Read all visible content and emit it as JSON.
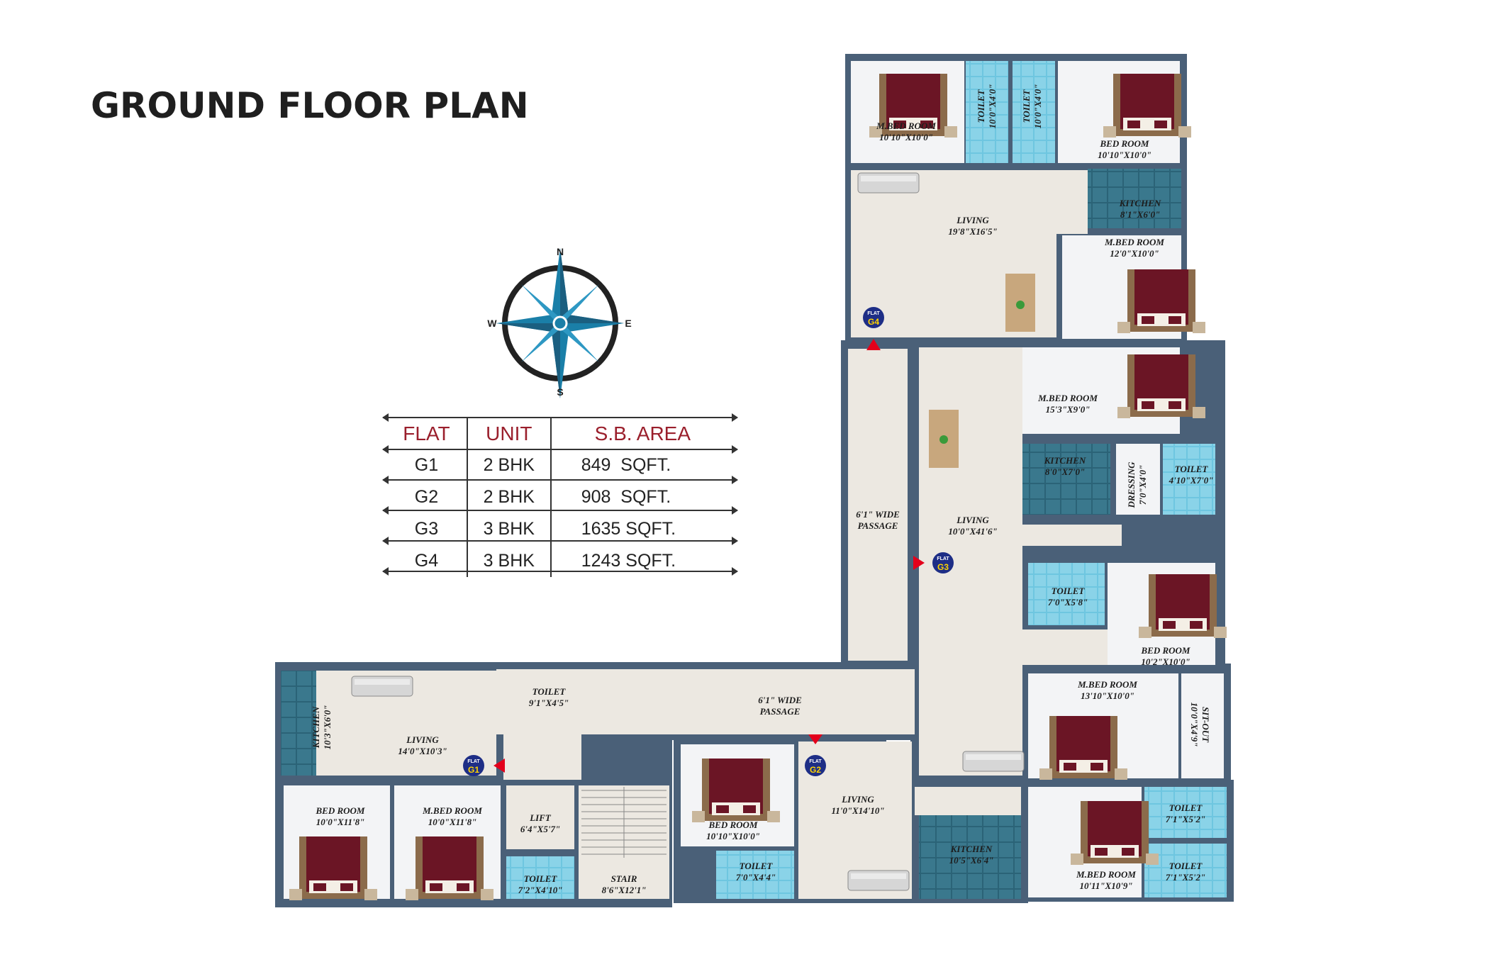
{
  "title": "GROUND FLOOR PLAN",
  "compass": {
    "n": "N",
    "s": "S",
    "e": "E",
    "w": "W"
  },
  "area_table": {
    "headers": [
      "FLAT",
      "UNIT",
      "S.B. AREA"
    ],
    "rows": [
      {
        "flat": "G1",
        "unit": "2 BHK",
        "area": "849  SQFT."
      },
      {
        "flat": "G2",
        "unit": "2 BHK",
        "area": "908  SQFT."
      },
      {
        "flat": "G3",
        "unit": "3 BHK",
        "area": "1635 SQFT."
      },
      {
        "flat": "G4",
        "unit": "3 BHK",
        "area": "1243 SQFT."
      }
    ]
  },
  "flat_badges": {
    "top": "FLAT",
    "g1": "G1",
    "g2": "G2",
    "g3": "G3",
    "g4": "G4"
  },
  "rooms": {
    "g4_mbed": {
      "name": "M.BED ROOM",
      "size": "10'10\"X10'0\""
    },
    "g4_toilet1": {
      "name": "TOILET",
      "size": "10'0\"X4'0\""
    },
    "g4_toilet2": {
      "name": "TOILET",
      "size": "10'0\"X4'0\""
    },
    "g4_bed": {
      "name": "BED ROOM",
      "size": "10'10\"X10'0\""
    },
    "g4_kitchen": {
      "name": "KITCHEN",
      "size": "8'1\"X6'0\""
    },
    "g4_living": {
      "name": "LIVING",
      "size": "19'8\"X16'5\""
    },
    "g4_mbed2": {
      "name": "M.BED ROOM",
      "size": "12'0\"X10'0\""
    },
    "g3_mbed": {
      "name": "M.BED ROOM",
      "size": "15'3\"X9'0\""
    },
    "g3_kitchen": {
      "name": "KITCHEN",
      "size": "8'0\"X7'0\""
    },
    "g3_dressing": {
      "name": "DRESSING",
      "size": "7'0\"X4'0\""
    },
    "g3_toilet": {
      "name": "TOILET",
      "size": "4'10\"X7'0\""
    },
    "g3_living": {
      "name": "LIVING",
      "size": "10'0\"X41'6\""
    },
    "g3_toilet2": {
      "name": "TOILET",
      "size": "7'0\"X5'8\""
    },
    "g3_bed": {
      "name": "BED ROOM",
      "size": "10'2\"X10'0\""
    },
    "g3_mbed2": {
      "name": "M.BED ROOM",
      "size": "13'10\"X10'0\""
    },
    "g3_sitout": {
      "name": "SIT-OUT",
      "size": "10'0\"X4'9\""
    },
    "passage_v": {
      "name": "6'1\" WIDE",
      "size": "PASSAGE"
    },
    "passage_h": {
      "name": "6'1\" WIDE",
      "size": "PASSAGE"
    },
    "g1_kitchen": {
      "name": "KITCHEN",
      "size": "10'3\"X6'0\""
    },
    "g1_living": {
      "name": "LIVING",
      "size": "14'0\"X10'3\""
    },
    "g1_toilet": {
      "name": "TOILET",
      "size": "9'1\"X4'5\""
    },
    "g1_bed": {
      "name": "BED ROOM",
      "size": "10'0\"X11'8\""
    },
    "g1_mbed": {
      "name": "M.BED ROOM",
      "size": "10'0\"X11'8\""
    },
    "lift": {
      "name": "LIFT",
      "size": "6'4\"X5'7\""
    },
    "g1_toilet2": {
      "name": "TOILET",
      "size": "7'2\"X4'10\""
    },
    "stair": {
      "name": "STAIR",
      "size": "8'6\"X12'1\""
    },
    "g2_bed": {
      "name": "BED ROOM",
      "size": "10'10\"X10'0\""
    },
    "g2_toilet": {
      "name": "TOILET",
      "size": "7'0\"X4'4\""
    },
    "g2_living": {
      "name": "LIVING",
      "size": "11'0\"X14'10\""
    },
    "g2_kitchen": {
      "name": "KITCHEN",
      "size": "10'5\"X6'4\""
    },
    "g3_mbed3": {
      "name": "M.BED ROOM",
      "size": "10'11\"X10'9\""
    },
    "g3_toilet3": {
      "name": "TOILET",
      "size": "7'1\"X5'2\""
    },
    "g3_toilet4": {
      "name": "TOILET",
      "size": "7'1\"X5'2\""
    }
  },
  "colors": {
    "wall": "#4a6078",
    "wall_blue": "#1f9fc8",
    "floor": "#ece8e1",
    "bed_room": "#f3f4f6",
    "toilet": "#6ec6e0",
    "kitchen": "#2b6377",
    "bed": "#6b1525",
    "badge": "#1e2e86",
    "entry_arrow": "#e3001b",
    "header": "#9a1f2c"
  }
}
